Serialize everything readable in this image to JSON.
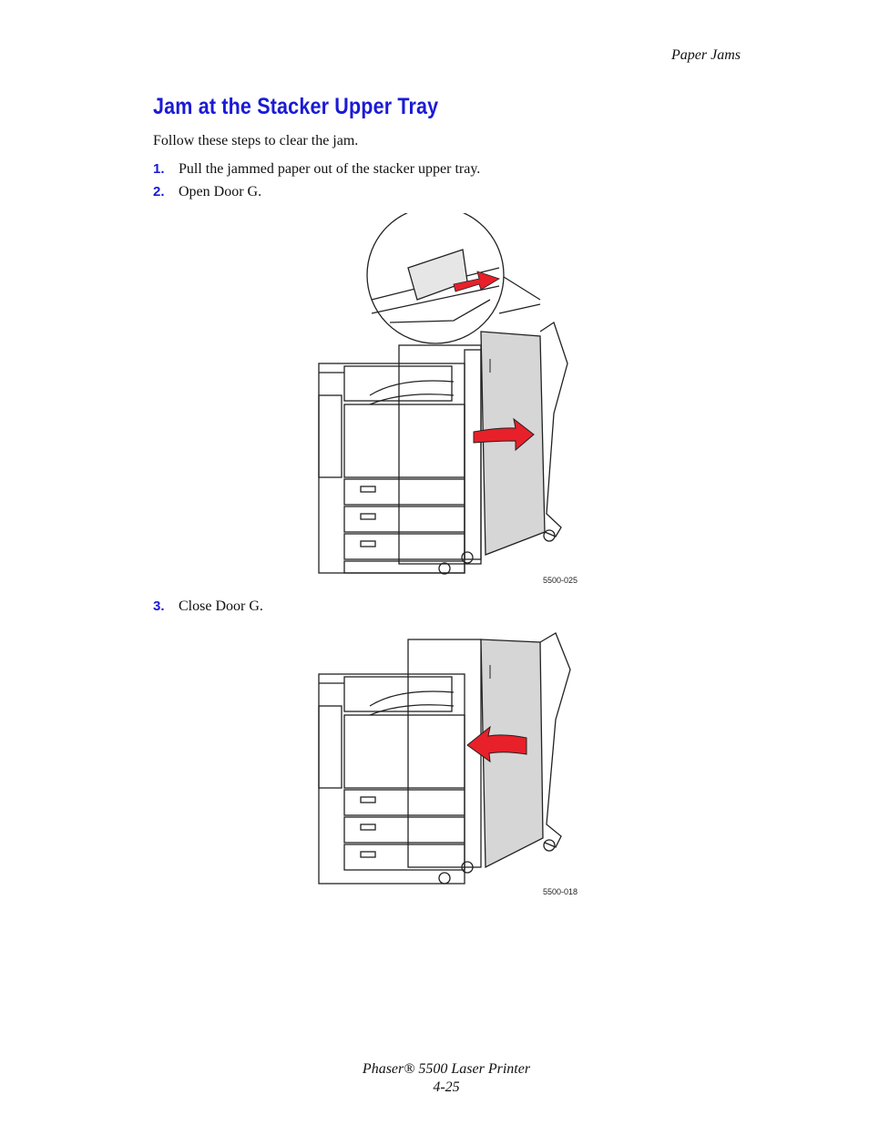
{
  "header": {
    "section": "Paper Jams"
  },
  "title": "Jam at the Stacker Upper Tray",
  "intro": "Follow these steps to clear the jam.",
  "steps": [
    {
      "num": "1.",
      "text": "Pull the jammed paper out of the stacker upper tray."
    },
    {
      "num": "2.",
      "text": "Open Door G."
    },
    {
      "num": "3.",
      "text": "Close Door G."
    }
  ],
  "figures": [
    {
      "code": "5500-025",
      "arrow_color": "#e8202a",
      "door_color": "#d6d6d6"
    },
    {
      "code": "5500-018",
      "arrow_color": "#e8202a",
      "door_color": "#d6d6d6"
    }
  ],
  "footer": {
    "product": "Phaser® 5500 Laser Printer",
    "page": "4-25"
  }
}
